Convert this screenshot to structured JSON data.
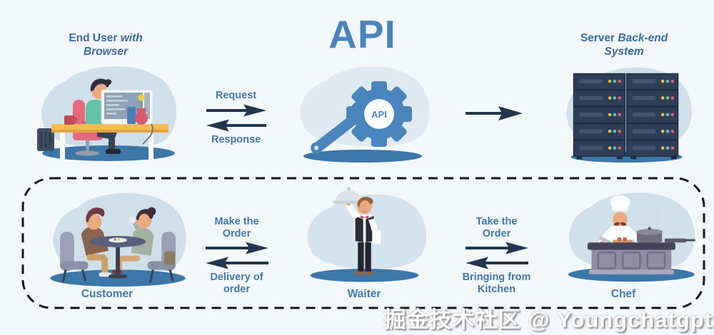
{
  "header": {
    "title": "API"
  },
  "top_row": {
    "end_user": {
      "label": "End User",
      "label_italic": "with Browser"
    },
    "request_response": {
      "top": "Request",
      "bottom": "Response"
    },
    "server": {
      "label": "Server",
      "label_italic": "Back-end System"
    }
  },
  "api_icon": {
    "text": "API"
  },
  "bottom_row": {
    "customer": {
      "label": "Customer"
    },
    "make_order": {
      "top": "Make the Order",
      "bottom": "Delivery of order"
    },
    "waiter": {
      "label": "Waiter"
    },
    "take_order": {
      "top": "Take the Order",
      "bottom": "Bringing from Kitchen"
    },
    "chef": {
      "label": "Chef"
    }
  },
  "watermark": {
    "text": "掘金技术社区 @ Youngchatgpt"
  },
  "colors": {
    "background": "#f3f8fb",
    "heading_blue": "#3a6ba5",
    "label_blue": "#4277b1",
    "accent_blue": "#4a86bd",
    "arrow_navy": "#22364e",
    "ground_blue": "#3c77aa",
    "blob_blue": "#cfe0ea",
    "server_navy": "#2e3e57",
    "led_yellow": "#e6c34c",
    "led_teal": "#58c7c2",
    "led_red": "#e5606a",
    "dashed_border": "#161616"
  }
}
